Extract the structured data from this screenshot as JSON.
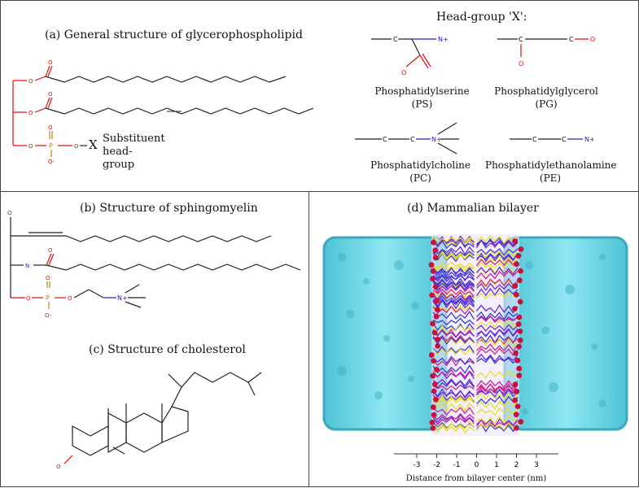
{
  "panel_a": {
    "title": "(a)  General structure of glycerophospholipid",
    "substituent_label": "Substituent head-group",
    "x_label": "X",
    "head_group_title": "Head-group 'X':",
    "head_groups": [
      {
        "name": "Phosphatidylserine",
        "abbr": "(PS)"
      },
      {
        "name": "Phosphatidylglycerol",
        "abbr": "(PG)"
      },
      {
        "name": "Phosphatidylcholine",
        "abbr": "(PC)"
      },
      {
        "name": "Phosphatidylethanolamine",
        "abbr": "(PE)"
      }
    ]
  },
  "panel_b": {
    "title": "(b)  Structure of sphingomyelin"
  },
  "panel_c": {
    "title": "(c)  Structure of cholesterol"
  },
  "panel_d": {
    "title": "(d)  Mammalian bilayer",
    "axis_label": "Distance from bilayer center (nm)",
    "ticks": [
      "-3",
      "-2",
      "-1",
      "0",
      "1",
      "2",
      "3"
    ]
  },
  "atoms": {
    "O": "O",
    "N": "N",
    "N_plus": "N+",
    "C": "C",
    "P": "P",
    "O_minus": "O-"
  },
  "colors": {
    "oxygen": "#d11",
    "nitrogen": "#22b",
    "phosphorus": "#b8860b",
    "water": "#5fd6e8",
    "lipid_purple": "#6a2bd9",
    "lipid_yellow": "#e8e020",
    "lipid_pink": "#d61f8a"
  }
}
